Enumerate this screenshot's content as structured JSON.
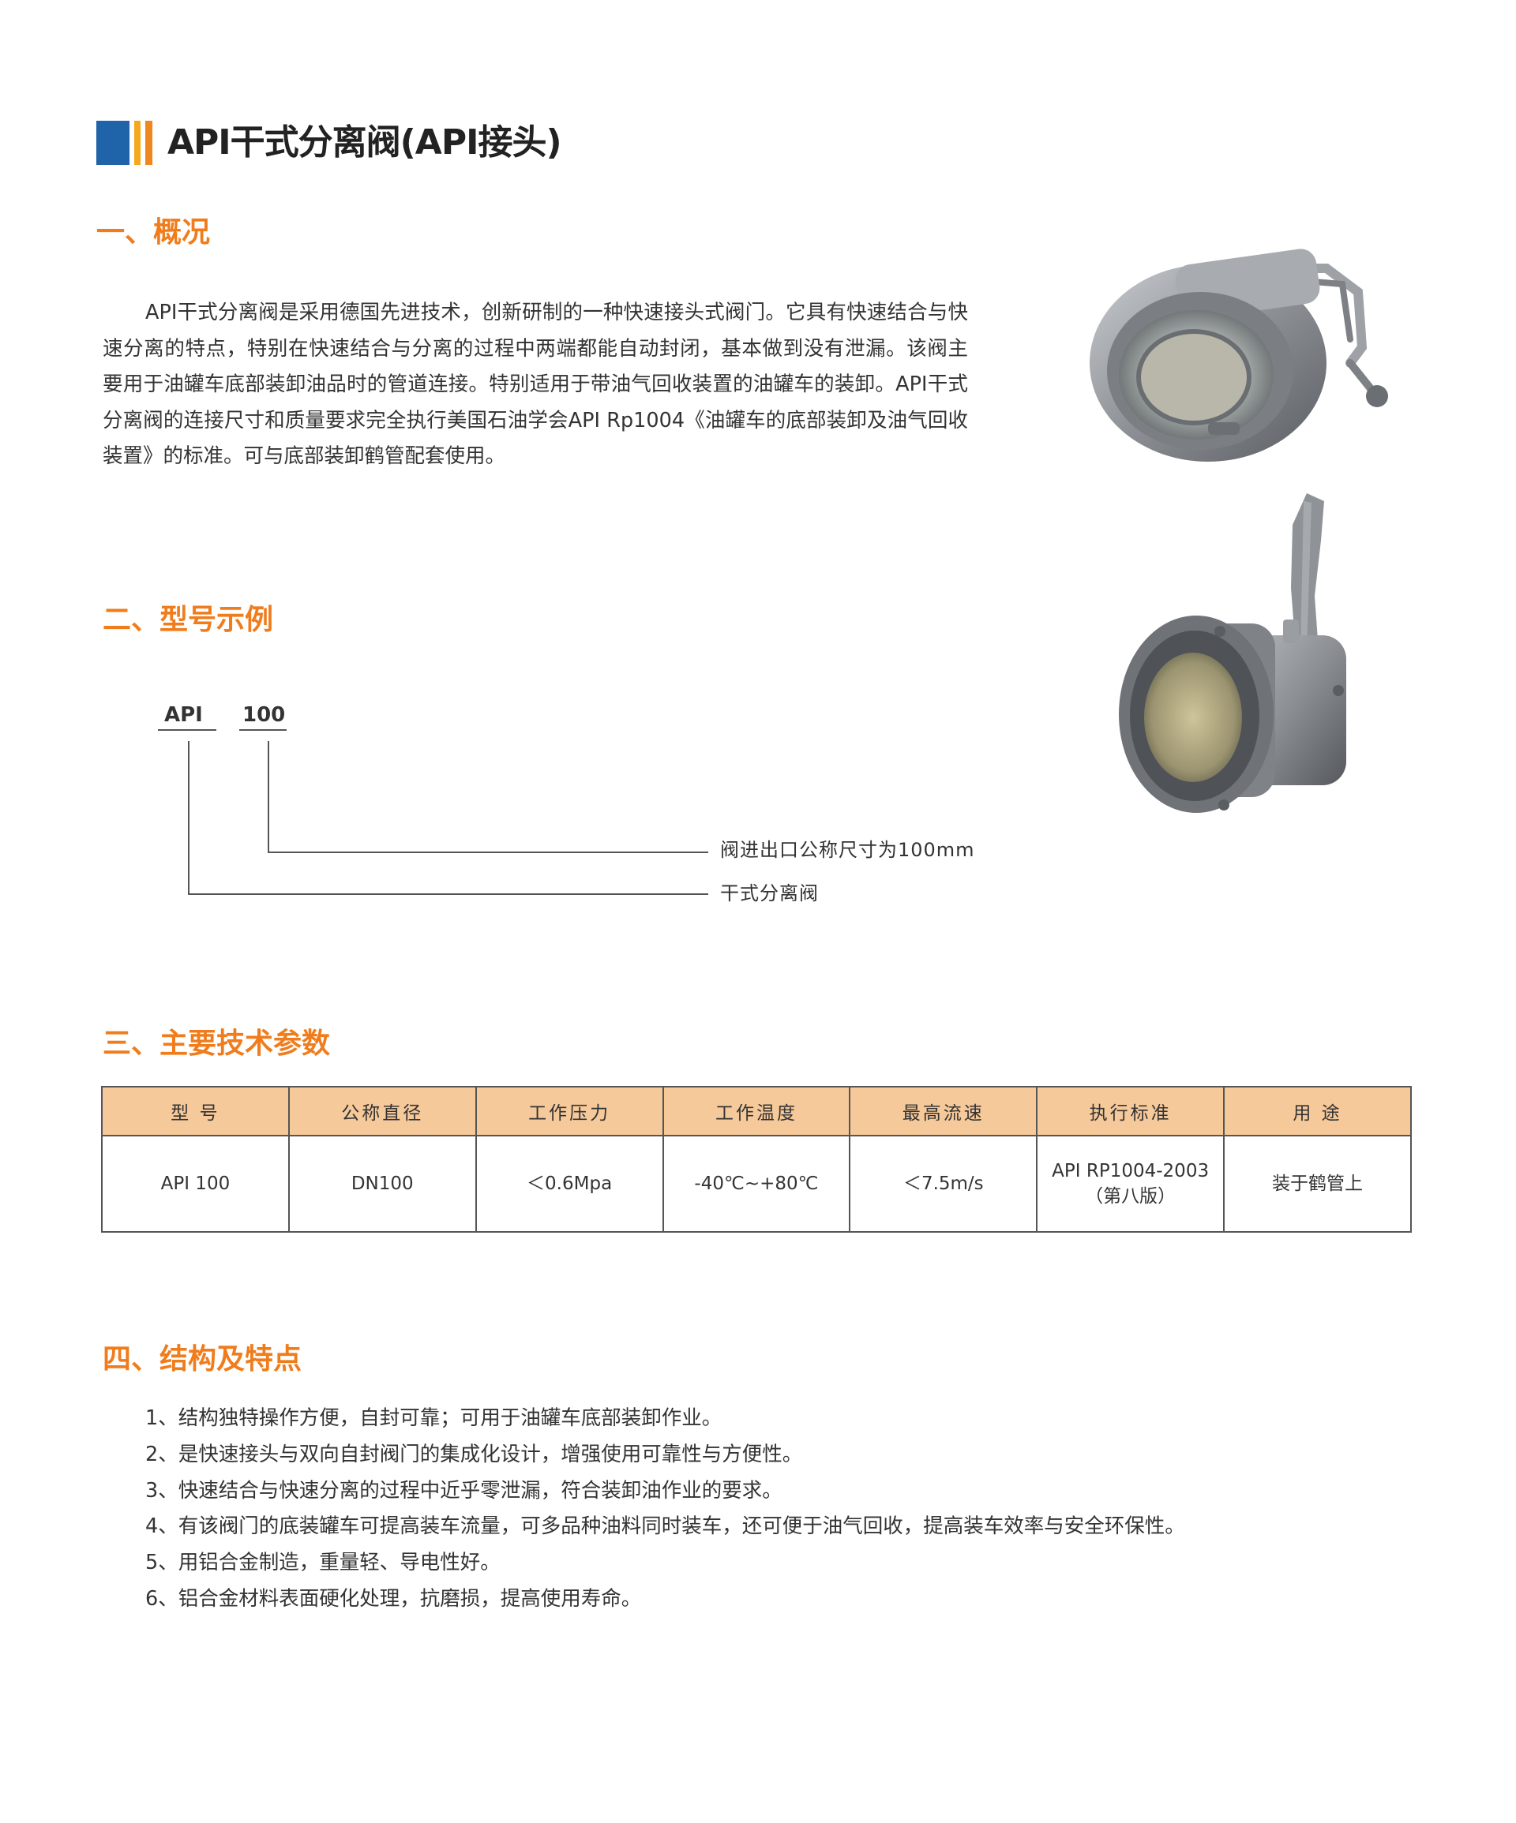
{
  "title": "API干式分离阀(API接头)",
  "sections": {
    "s1": "一、概况",
    "s2": "二、型号示例",
    "s3": "三、主要技术参数",
    "s4": "四、结构及特点"
  },
  "overview": "API干式分离阀是采用德国先进技术，创新研制的一种快速接头式阀门。它具有快速结合与快速分离的特点，特别在快速结合与分离的过程中两端都能自动封闭，基本做到没有泄漏。该阀主要用于油罐车底部装卸油品时的管道连接。特别适用于带油气回收装置的油罐车的装卸。API干式分离阀的连接尺寸和质量要求完全执行美国石油学会API Rp1004《油罐车的底部装卸及油气回收装置》的标准。可与底部装卸鹤管配套使用。",
  "model": {
    "code1": "API",
    "code2": "100",
    "note1": "阀进出口公称尺寸为100mm",
    "note2": "干式分离阀"
  },
  "table": {
    "headers": [
      "型 号",
      "公称直径",
      "工作压力",
      "工作温度",
      "最高流速",
      "执行标准",
      "用 途"
    ],
    "row": {
      "model": "API 100",
      "diameter": "DN100",
      "pressure": "＜0.6Mpa",
      "temperature": "-40℃~+80℃",
      "velocity": "＜7.5m/s",
      "standard_line1": "API RP1004-2003",
      "standard_line2": "（第八版）",
      "usage": "装于鹤管上"
    }
  },
  "features": [
    "1、结构独特操作方便，自封可靠；可用于油罐车底部装卸作业。",
    "2、是快速接头与双向自封阀门的集成化设计，增强使用可靠性与方便性。",
    "3、快速结合与快速分离的过程中近乎零泄漏，符合装卸油作业的要求。",
    "4、有该阀门的底装罐车可提高装车流量，可多品种油料同时装车，还可便于油气回收，提高装车效率与安全环保性。",
    "5、用铝合金制造，重量轻、导电性好。",
    "6、铝合金材料表面硬化处理，抗磨损，提高使用寿命。"
  ],
  "colors": {
    "accent_orange": "#f07c1c",
    "brand_blue": "#1f63a8",
    "table_header": "#f6c99a"
  }
}
